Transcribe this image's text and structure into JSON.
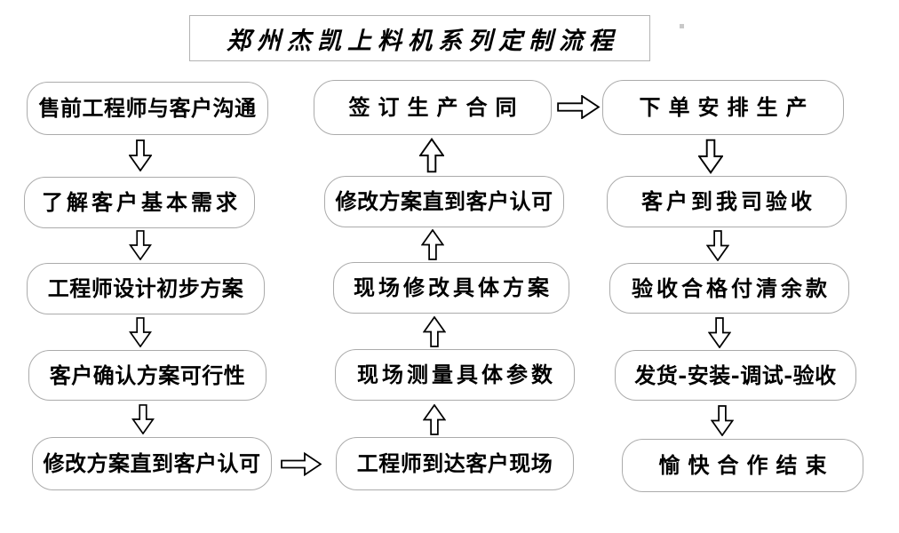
{
  "title": {
    "text": "郑州杰凯上料机系列定制流程"
  },
  "flowchart": {
    "left_column": [
      {
        "label": "售前工程师与客户沟通"
      },
      {
        "label": "了解客户基本需求"
      },
      {
        "label": "工程师设计初步方案"
      },
      {
        "label": "客户确认方案可行性"
      },
      {
        "label": "修改方案直到客户认可"
      }
    ],
    "middle_column_top_to_bottom": [
      {
        "label": "签订生产合同"
      },
      {
        "label": "修改方案直到客户认可"
      },
      {
        "label": "现场修改具体方案"
      },
      {
        "label": "现场测量具体参数"
      },
      {
        "label": "工程师到达客户现场"
      }
    ],
    "right_column": [
      {
        "label": "下单安排生产"
      },
      {
        "label": "客户到我司验收"
      },
      {
        "label": "验收合格付清余款"
      },
      {
        "label": "发货-安装-调试-验收"
      },
      {
        "label": "愉快合作结束"
      }
    ]
  },
  "icons": {
    "down_arrow": "hollow-down-block-arrow",
    "up_arrow": "hollow-up-block-arrow",
    "right_arrow": "hollow-right-block-arrow"
  },
  "colors": {
    "background": "#ffffff",
    "box_border": "#ababab",
    "text": "#000000",
    "arrow_outline": "#000000",
    "arrow_fill": "#ffffff"
  }
}
